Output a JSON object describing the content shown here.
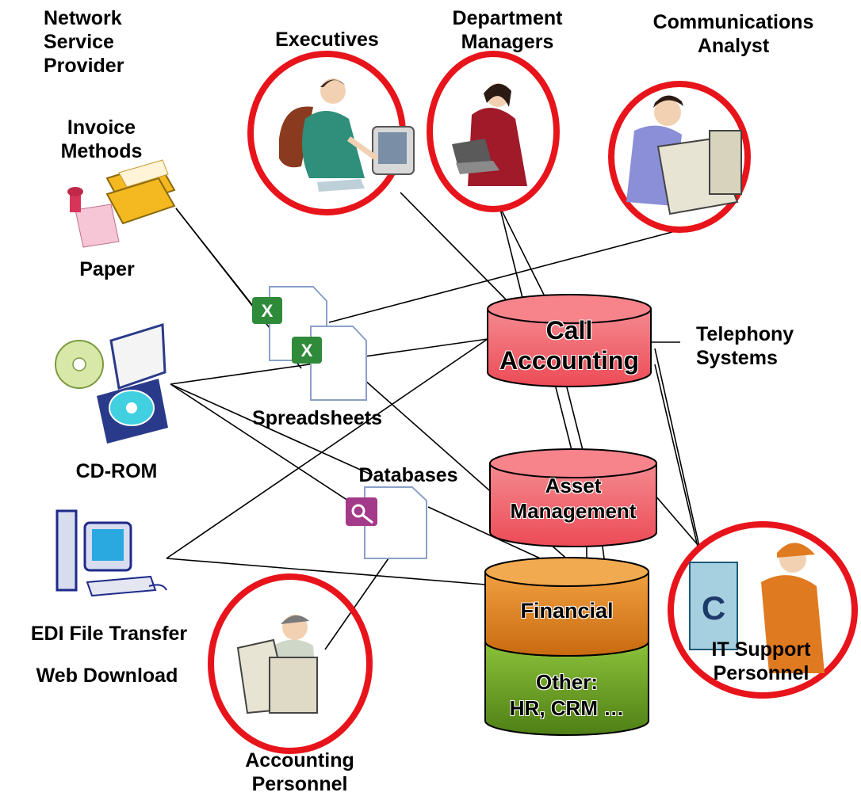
{
  "labels": {
    "network_service_provider": "Network\nService\nProvider",
    "invoice_methods": "Invoice\nMethods",
    "paper": "Paper",
    "cd_rom": "CD-ROM",
    "edi_file_transfer": "EDI File Transfer",
    "web_download": "Web Download",
    "executives": "Executives",
    "department_managers": "Department\nManagers",
    "communications_analyst": "Communications\nAnalyst",
    "spreadsheets": "Spreadsheets",
    "databases": "Databases",
    "telephony_systems": "Telephony\nSystems",
    "it_support_personnel": "IT Support\nPersonnel",
    "accounting_personnel": "Accounting\nPersonnel"
  },
  "systems": {
    "call_accounting": "Call\nAccounting",
    "asset_management": "Asset\nManagement",
    "financial": "Financial",
    "other": "Other:\nHR, CRM …"
  },
  "colors": {
    "highlight_ring": "#e8141b",
    "call_accounting_fill": "#f5606a",
    "asset_management_fill": "#f5606a",
    "financial_fill": "#e0781a",
    "other_fill": "#6a9a1e"
  },
  "icons": [
    "paper-inbox-icon",
    "cd-rom-icon",
    "edi-computer-icon",
    "spreadsheet-icon",
    "database-icon",
    "executive-person-icon",
    "manager-person-icon",
    "analyst-person-icon",
    "it-support-person-icon",
    "accounting-person-icon"
  ]
}
